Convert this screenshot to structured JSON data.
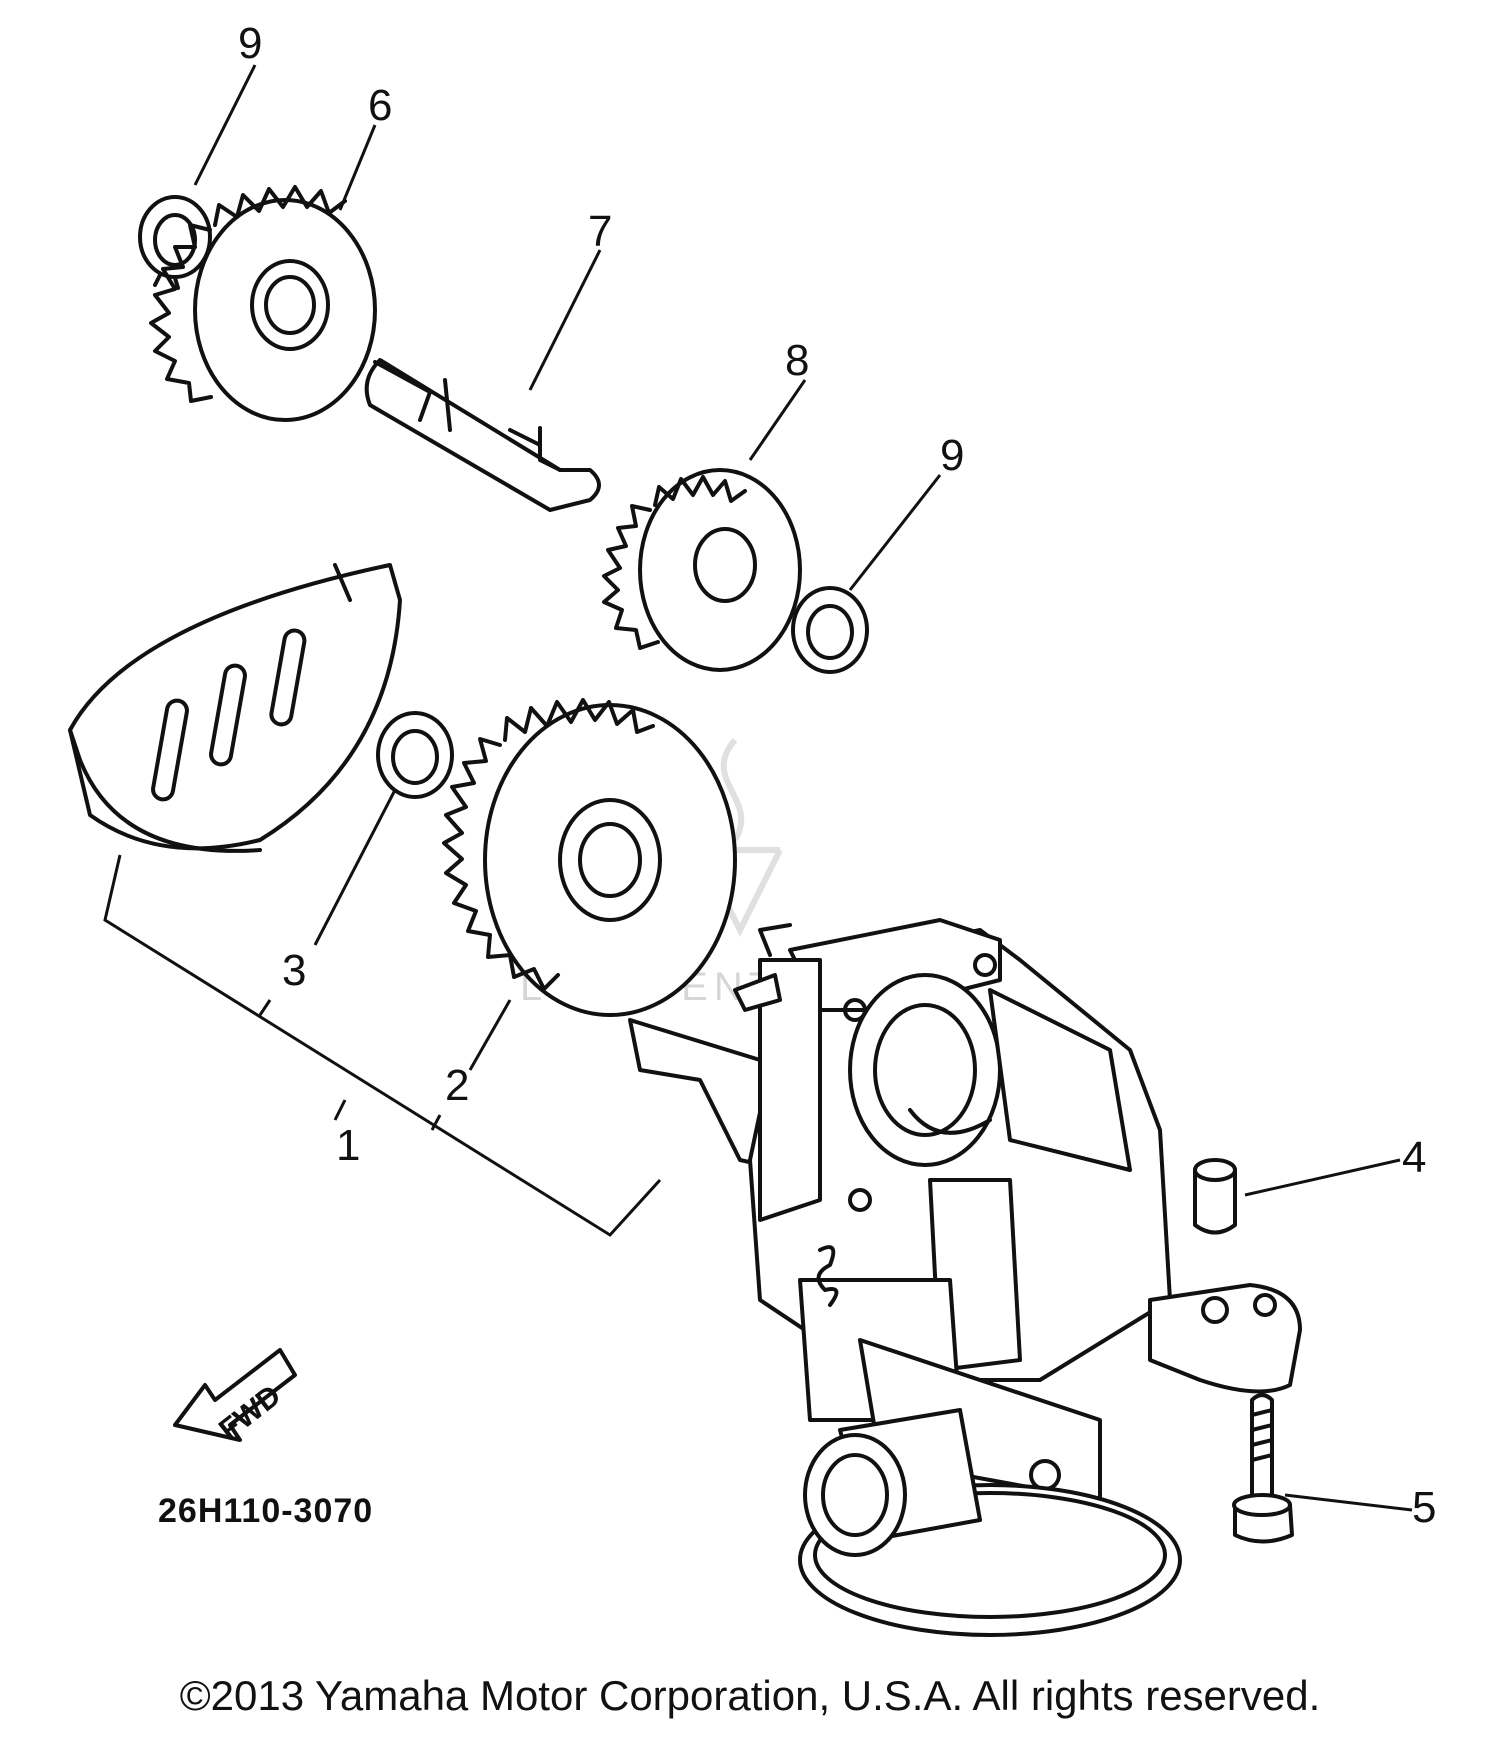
{
  "diagram": {
    "part_code": "26H110-3070",
    "copyright": "©2013 Yamaha Motor Corporation, U.S.A. All rights reserved.",
    "direction_label": "FWD",
    "watermark": "LEADVENTURE",
    "callouts": {
      "c1": "1",
      "c2": "2",
      "c3": "3",
      "c4": "4",
      "c5": "5",
      "c6": "6",
      "c7": "7",
      "c8": "8",
      "c9a": "9",
      "c9b": "9"
    }
  }
}
